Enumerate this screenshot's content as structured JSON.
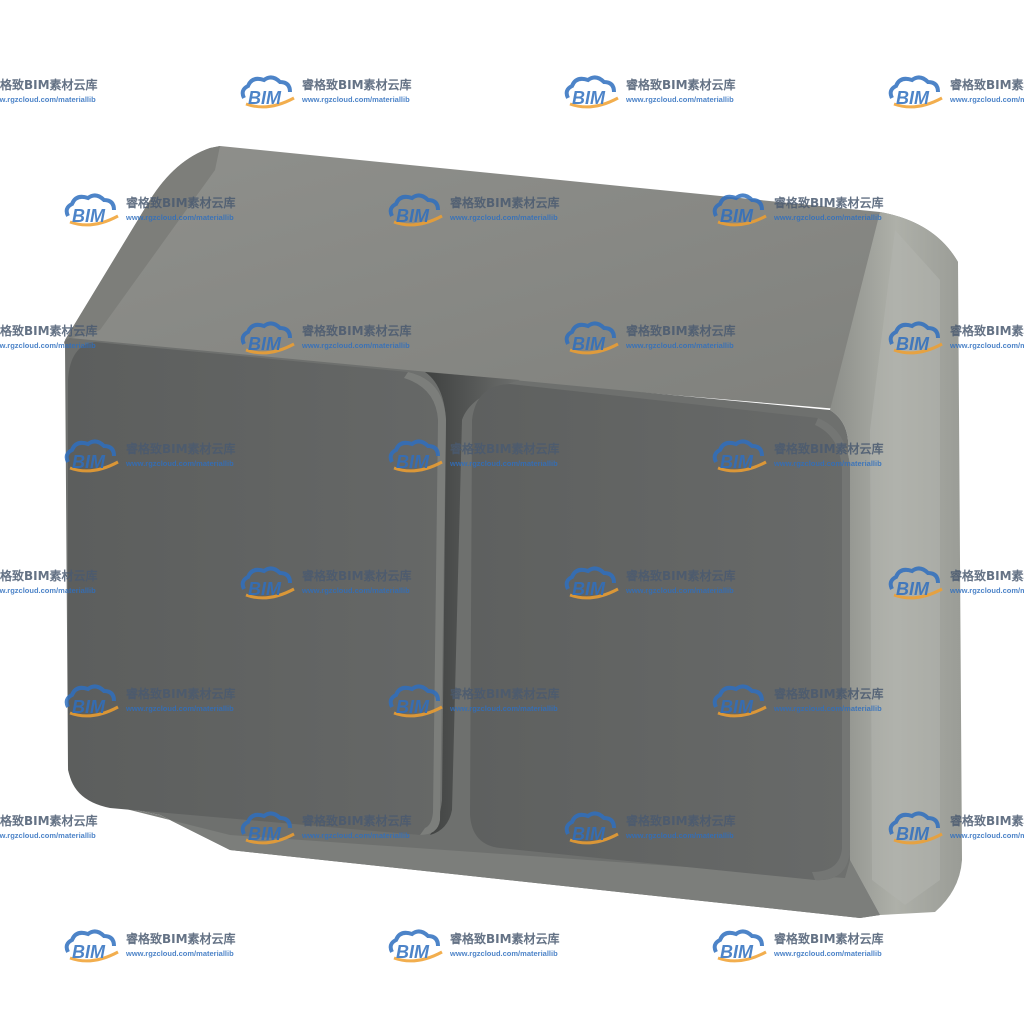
{
  "watermark": {
    "logo_text": "BIM",
    "brand_cn": "睿格致BIM素材云库",
    "url": "www.rgzcloud.com/materiallib",
    "colors": {
      "cloud_blue": "#2f6fbf",
      "arc_orange": "#f0a030",
      "brand_text": "#4a5a70"
    }
  },
  "model": {
    "colors": {
      "top_face": "#878884",
      "top_face_light": "#9a9b96",
      "front_face": "#6a6c6a",
      "panel_face": "#5f6160",
      "panel_edge": "#7a7c79",
      "groove": "#4a4c4b",
      "right_side": "#9ea09a",
      "right_side_light": "#b7b9b2",
      "bottom_chamfer": "#8a8c88"
    }
  }
}
